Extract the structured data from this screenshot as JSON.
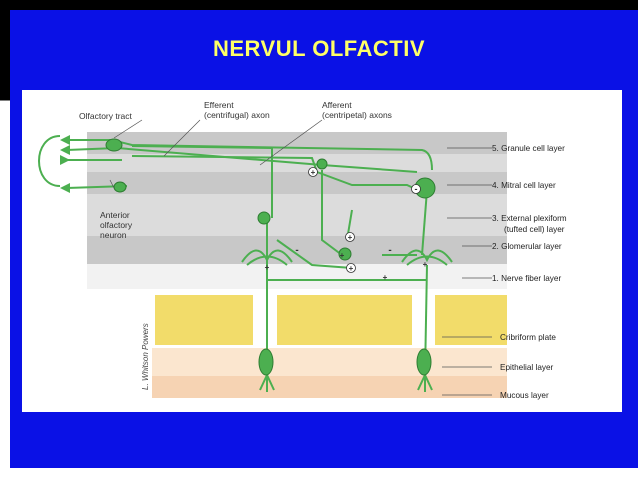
{
  "slide": {
    "title": "NERVUL OLFACTIV"
  },
  "diagram": {
    "labels": {
      "olfactory_tract": "Olfactory tract",
      "efferent_line1": "Efferent",
      "efferent_line2": "(centrifugal) axon",
      "afferent_line1": "Afferent",
      "afferent_line2": "(centripetal) axons",
      "anterior_line1": "Anterior",
      "anterior_line2": "olfactory",
      "anterior_line3": "neuron",
      "signature": "L. Whitson Powers"
    },
    "layers": [
      "5. Granule cell layer",
      "4. Mitral cell layer",
      "3. External plexiform",
      "(tufted cell) layer",
      "2. Glomerular layer",
      "1. Nerve fiber layer",
      "Cribriform plate",
      "Epithelial layer",
      "Mucous layer"
    ],
    "signs": [
      "+",
      "-",
      "+",
      "+",
      "-",
      "-",
      "+",
      "+",
      "+",
      "+"
    ],
    "colors": {
      "neuron": "#4caf50",
      "gray_band_dark": "#c8c8c8",
      "gray_band_light": "#dcdcdc",
      "cribriform": "#f2dc6a",
      "epithelial": "#fbe6cf",
      "mucous": "#f6d3b3",
      "background": "#0a11e6",
      "title": "#ffff66"
    }
  }
}
